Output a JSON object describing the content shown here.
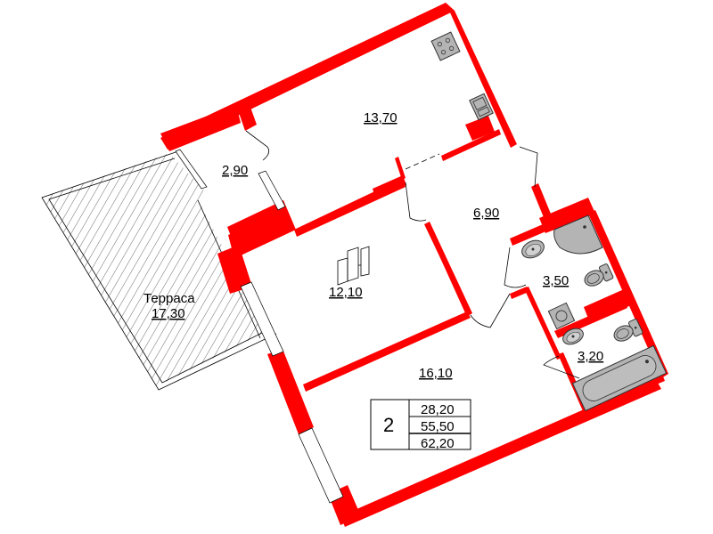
{
  "plan": {
    "wall_color": "#ff0000",
    "fixture_color": "#b4b4b4",
    "rooms": [
      {
        "id": "kitchen",
        "area": "13,70"
      },
      {
        "id": "hall",
        "area": "2,90"
      },
      {
        "id": "corridor",
        "area": "6,90"
      },
      {
        "id": "bedroom",
        "area": "12,10"
      },
      {
        "id": "bathroom-1",
        "area": "3,50"
      },
      {
        "id": "bathroom-2",
        "area": "3,20"
      },
      {
        "id": "living-room",
        "area": "16,10"
      },
      {
        "id": "terrace",
        "name": "Терраса",
        "area": "17,30"
      }
    ],
    "summary": {
      "rooms_count": "2",
      "living_area": "28,20",
      "total_area": "55,50",
      "total_with_terrace": "62,20"
    }
  }
}
